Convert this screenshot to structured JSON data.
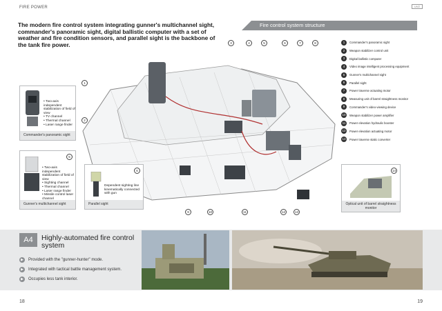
{
  "header": {
    "section": "FIRE POWER",
    "logo": "UVZ"
  },
  "intro": "The modern fire control system integrating gunner's multichannel sight, commander's panoramic sight, digital ballistic computer with a set of weather and fire condition sensors, and parallel sight is the backbone of the tank fire power.",
  "structure_title": "Fire control system structure",
  "legend": [
    {
      "num": "1",
      "label": "Commander's panoramic sight"
    },
    {
      "num": "2",
      "label": "Weapon stabilizer control unit"
    },
    {
      "num": "3",
      "label": "Digital ballistic computer"
    },
    {
      "num": "4",
      "label": "Video image intelligent processing equipment"
    },
    {
      "num": "5",
      "label": "Gunner's multichannel sight"
    },
    {
      "num": "6",
      "label": "Parallel sight"
    },
    {
      "num": "7",
      "label": "Power traverse actuating motor"
    },
    {
      "num": "8",
      "label": "Measuring unit of barrel straightness monitor"
    },
    {
      "num": "9",
      "label": "Commander's video-viewing device"
    },
    {
      "num": "10",
      "label": "Weapon stabilizer power amplifier"
    },
    {
      "num": "11",
      "label": "Power elevation hydraulic booster"
    },
    {
      "num": "12",
      "label": "Power elevation actuating motor"
    },
    {
      "num": "13",
      "label": "Power traverse static converter"
    }
  ],
  "callouts": {
    "commander": {
      "caption": "Commander's panoramic sight",
      "bullets": [
        "Two-axis independent stabilization of field of view",
        "TV channel",
        "Thermal channel",
        "Laser range finder"
      ]
    },
    "gunner": {
      "num": "5",
      "caption": "Gunner's multichannel sight",
      "bullets": [
        "Two-axis independent stabilization of field of view",
        "Sighting channel",
        "Thermal channel",
        "Laser range finder",
        "Missile control laser channel"
      ]
    },
    "parallel": {
      "num": "6",
      "caption": "Parallel sight",
      "text": "Dependent sighting line kinematically connected with gun"
    },
    "barrel": {
      "num": "14",
      "caption": "Optical unit of barrel straightness monitor"
    }
  },
  "diagram_markers": {
    "m1": "1",
    "m2": "2",
    "m3": "3",
    "m4": "4",
    "m5": "5",
    "m6": "6",
    "m7": "7",
    "m8": "8",
    "m9": "9",
    "m10": "10",
    "m11": "11",
    "m12": "12",
    "m13": "13"
  },
  "bottom": {
    "tag": "A4",
    "title": "Highly-automated fire control system",
    "features": [
      "Provided with the \"gunner-hunter\" mode.",
      "Integrated with tactical battle management system.",
      "Occupies less tank interior."
    ]
  },
  "pages": {
    "left": "18",
    "right": "19"
  },
  "colors": {
    "accent": "#8c8f92",
    "band": "#e8e9ea",
    "dark": "#333333"
  }
}
